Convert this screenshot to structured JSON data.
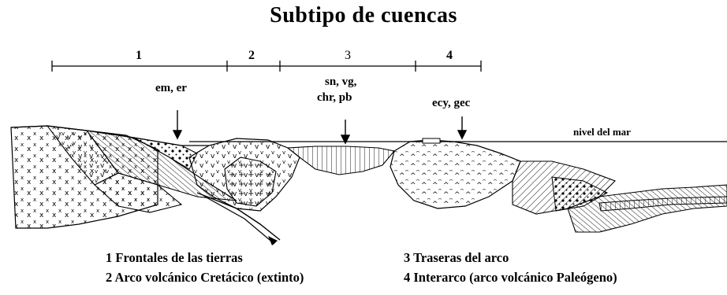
{
  "title": "Subtipo de cuencas",
  "segments": [
    {
      "number": "1"
    },
    {
      "number": "2"
    },
    {
      "number": "3"
    },
    {
      "number": "4"
    }
  ],
  "markers": [
    {
      "label": "em, er"
    },
    {
      "label_line1": "sn, vg,",
      "label_line2": "chr, pb"
    },
    {
      "label": "ecy, gec"
    }
  ],
  "sea_level_label": "nivel del mar",
  "legend": [
    {
      "text": "1 Frontales de las tierras"
    },
    {
      "text": "2 Arco volcánico Cretácico (extinto)"
    },
    {
      "text": "3 Traseras del arco"
    },
    {
      "text": "4 Interarco (arco volcánico Paleógeno)"
    }
  ]
}
